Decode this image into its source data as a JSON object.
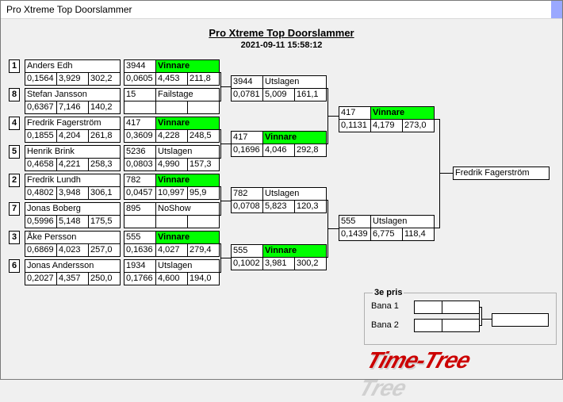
{
  "window": {
    "title": "Pro Xtreme  Top Doorslammer"
  },
  "header": {
    "title": "Pro Xtreme  Top Doorslammer",
    "datetime": "2021-09-11 15:58:12"
  },
  "round1": [
    {
      "seed": "1",
      "name": "Anders Edh",
      "times": [
        "0,1564",
        "3,929",
        "302,2"
      ],
      "number": "3944",
      "status": "Vinnare",
      "winner": true,
      "result": [
        "0,0605",
        "4,453",
        "211,8"
      ]
    },
    {
      "seed": "8",
      "name": "Stefan Jansson",
      "times": [
        "0,6367",
        "7,146",
        "140,2"
      ],
      "number": "15",
      "status": "Failstage",
      "winner": false,
      "result": [
        "",
        "",
        ""
      ]
    },
    {
      "seed": "4",
      "name": "Fredrik Fagerström",
      "times": [
        "0,1855",
        "4,204",
        "261,8"
      ],
      "number": "417",
      "status": "Vinnare",
      "winner": true,
      "result": [
        "0,3609",
        "4,228",
        "248,5"
      ]
    },
    {
      "seed": "5",
      "name": "Henrik Brink",
      "times": [
        "0,4658",
        "4,221",
        "258,3"
      ],
      "number": "5236",
      "status": "Utslagen",
      "winner": false,
      "result": [
        "0,0803",
        "4,990",
        "157,3"
      ]
    },
    {
      "seed": "2",
      "name": "Fredrik  Lundh",
      "times": [
        "0,4802",
        "3,948",
        "306,1"
      ],
      "number": "782",
      "status": "Vinnare",
      "winner": true,
      "result": [
        "0,0457",
        "10,997",
        "95,9"
      ]
    },
    {
      "seed": "7",
      "name": "Jonas Boberg",
      "times": [
        "0,5996",
        "5,148",
        "175,5"
      ],
      "number": "895",
      "status": "NoShow",
      "winner": false,
      "result": [
        "",
        "",
        ""
      ]
    },
    {
      "seed": "3",
      "name": "Åke Persson",
      "times": [
        "0,6869",
        "4,023",
        "257,0"
      ],
      "number": "555",
      "status": "Vinnare",
      "winner": true,
      "result": [
        "0,1636",
        "4,027",
        "279,4"
      ]
    },
    {
      "seed": "6",
      "name": "Jonas Andersson",
      "times": [
        "0,2027",
        "4,357",
        "250,0"
      ],
      "number": "1934",
      "status": "Utslagen",
      "winner": false,
      "result": [
        "0,1766",
        "4,600",
        "194,0"
      ]
    }
  ],
  "round2": [
    {
      "number": "3944",
      "status": "Utslagen",
      "winner": false,
      "result": [
        "0,0781",
        "5,009",
        "161,1"
      ]
    },
    {
      "number": "417",
      "status": "Vinnare",
      "winner": true,
      "result": [
        "0,1696",
        "4,046",
        "292,8"
      ]
    },
    {
      "number": "782",
      "status": "Utslagen",
      "winner": false,
      "result": [
        "0,0708",
        "5,823",
        "120,3"
      ]
    },
    {
      "number": "555",
      "status": "Vinnare",
      "winner": true,
      "result": [
        "0,1002",
        "3,981",
        "300,2"
      ]
    }
  ],
  "semi": [
    {
      "number": "417",
      "status": "Vinnare",
      "winner": true,
      "result": [
        "0,1131",
        "4,179",
        "273,0"
      ]
    },
    {
      "number": "555",
      "status": "Utslagen",
      "winner": false,
      "result": [
        "0,1439",
        "6,775",
        "118,4"
      ]
    }
  ],
  "final": {
    "winner_name": "Fredrik Fagerström"
  },
  "third_prize": {
    "title": "3e pris",
    "lane1_label": "Bana 1",
    "lane2_label": "Bana 2"
  },
  "logo": {
    "text": "Time-Tree",
    "color": "#cc0000"
  },
  "colors": {
    "winner_bg": "#00ff00",
    "accent": "#9aa8ff"
  }
}
